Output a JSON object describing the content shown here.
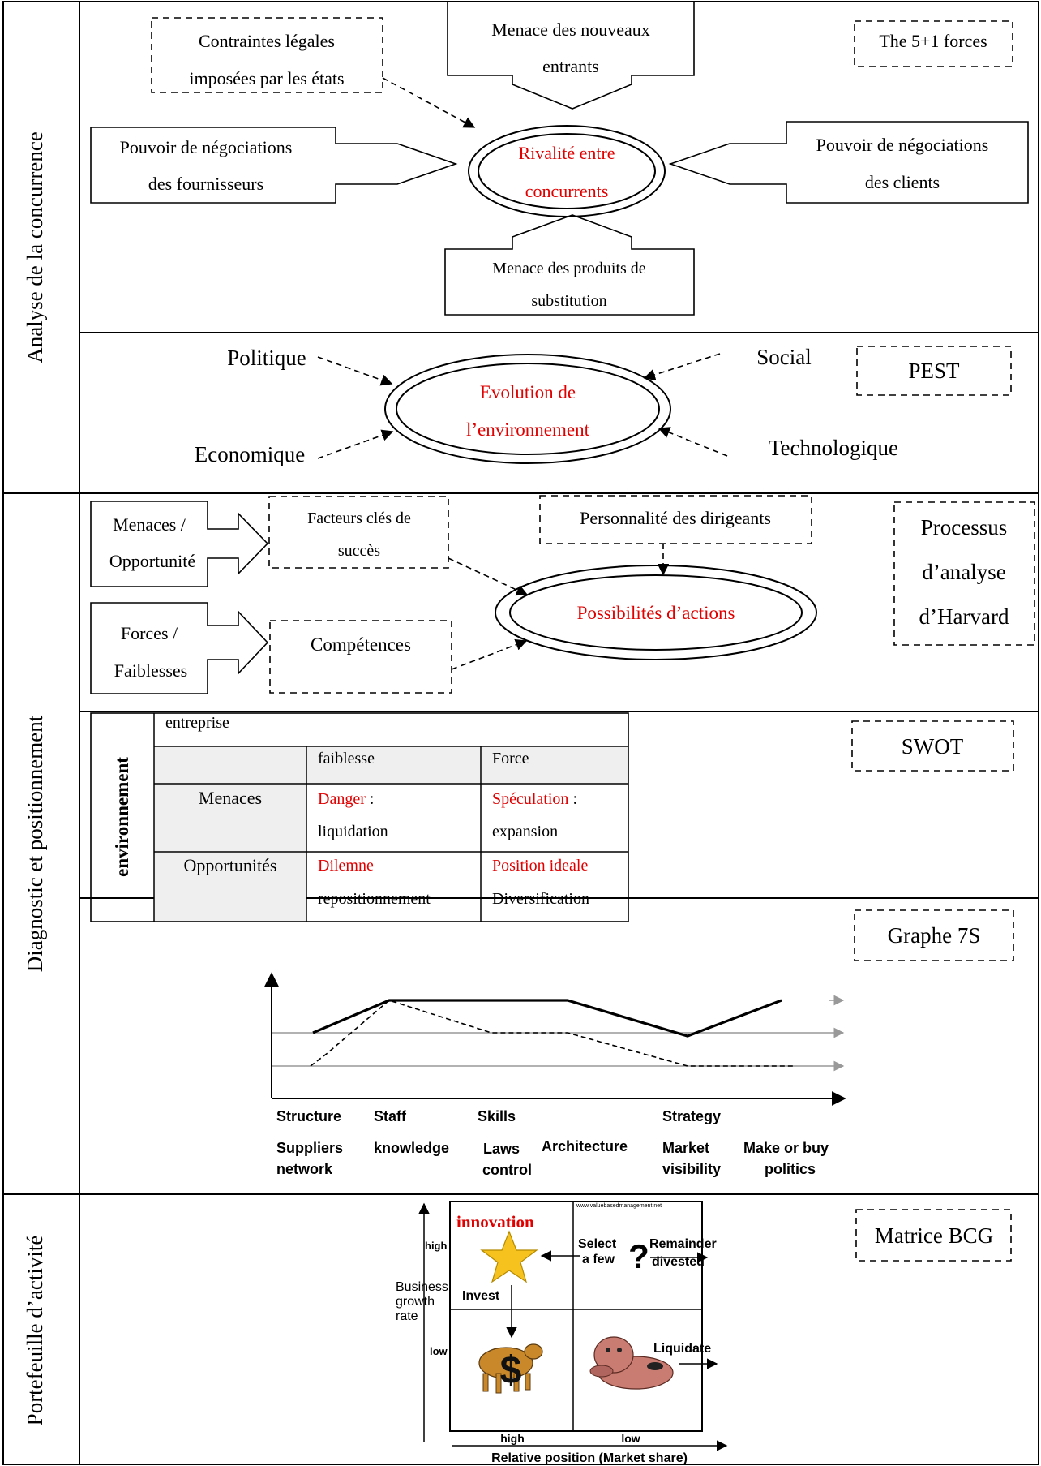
{
  "sections": {
    "competition": "Analyse de  la concurrence",
    "diagnostic": "Diagnostic et positionnement",
    "portfolio": "Portefeuille d’activité"
  },
  "forces": {
    "tag": "The 5+1 forces",
    "legal_line1": "Contraintes légales",
    "legal_line2": "imposées par les états",
    "new_entrants_line1": "Menace des nouveaux",
    "new_entrants_line2": "entrants",
    "suppliers_line1": "Pouvoir de négociations",
    "suppliers_line2": "des fournisseurs",
    "clients_line1": "Pouvoir de négociations",
    "clients_line2": "des clients",
    "substitutes_line1": "Menace des produits de",
    "substitutes_line2": "substitution",
    "center_line1": "Rivalité entre",
    "center_line2": "concurrents"
  },
  "pest": {
    "tag": "PEST",
    "politique": "Politique",
    "economique": "Economique",
    "social": "Social",
    "technologique": "Technologique",
    "center_line1": "Evolution de",
    "center_line2": "l’environnement"
  },
  "harvard": {
    "tag_line1": "Processus",
    "tag_line2": "d’analyse",
    "tag_line3": "d’Harvard",
    "threats_line1": "Menaces /",
    "threats_line2": "Opportunité",
    "strengths_line1": "Forces /",
    "strengths_line2": "Faiblesses",
    "ksf_line1": "Facteurs clés de",
    "ksf_line2": "succès",
    "competences": "Compétences",
    "personality": "Personnalité des dirigeants",
    "center": "Possibilités d’actions"
  },
  "swot": {
    "tag": "SWOT",
    "vertical_label": "environnement",
    "top_label": "entreprise",
    "col1": "faiblesse",
    "col2": "Force",
    "row1": "Menaces",
    "row2": "Opportunités",
    "c11_red": "Danger",
    "c11_sep": " :",
    "c11_black": "liquidation",
    "c12_red": "Spéculation",
    "c12_sep": " :",
    "c12_black": "expansion",
    "c21_red": "Dilemne",
    "c21_black": "repositionnement",
    "c22_red": "Position ideale",
    "c22_black": "Diversification"
  },
  "graph7s": {
    "tag": "Graphe 7S",
    "row1_labels": [
      "Structure",
      "Staff",
      "Skills",
      "Strategy"
    ],
    "row2_labels": [
      "Suppliers",
      "knowledge",
      "Laws",
      "Architecture",
      "Market",
      "Make or buy"
    ],
    "row3_labels": [
      "network",
      "control",
      "visibility",
      "politics"
    ]
  },
  "bcg": {
    "tag": "Matrice BCG",
    "url": "www.valuebasedmanagement.net",
    "innovation": "innovation",
    "high": "high",
    "low": "low",
    "ylabel_line1": "Business",
    "ylabel_line2": "growth",
    "ylabel_line3": "rate",
    "invest": "Invest",
    "select_line1": "Select",
    "select_line2": "a few",
    "remainder_line1": "Remainder",
    "remainder_line2": "divested",
    "liquidate": "Liquidate",
    "x_high": "high",
    "x_low": "low",
    "xlabel": "Relative position (Market share)",
    "question": "?",
    "dollar": "$"
  }
}
